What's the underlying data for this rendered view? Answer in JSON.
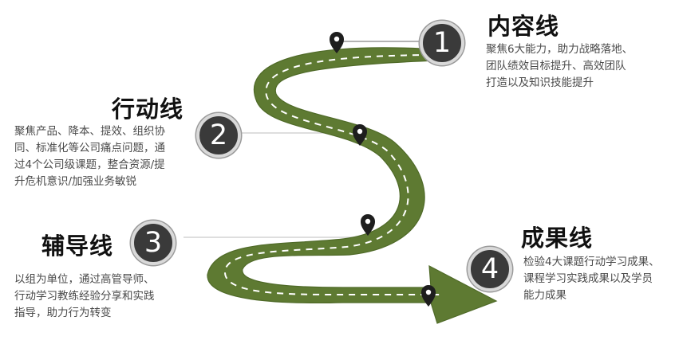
{
  "colors": {
    "road": "#5e7a32",
    "road_edge": "#4f6a28",
    "lane": "#ffffff",
    "pin": "#1e1e1e",
    "badge": "#3a3a3a",
    "leader": "#b8b8b8"
  },
  "icons": {
    "pin": "map-pin-icon"
  },
  "sections": [
    {
      "number": "1",
      "title": "内容线",
      "description": "聚焦6大能力，助力战略落地、\n团队绩效目标提升、高效团队\n打造以及知识技能提升"
    },
    {
      "number": "2",
      "title": "行动线",
      "description": "聚焦产品、降本、提效、组织协\n同、标准化等公司痛点问题，通\n过4个公司级课题，整合资源/提\n升危机意识/加强业务敏锐"
    },
    {
      "number": "3",
      "title": "辅导线",
      "description": "以组为单位，通过高管导师、\n行动学习教练经验分享和实践\n指导，助力行为转变"
    },
    {
      "number": "4",
      "title": "成果线",
      "description": "检验4大课题行动学习成果、\n课程学习实践成果以及学员\n能力成果"
    }
  ]
}
